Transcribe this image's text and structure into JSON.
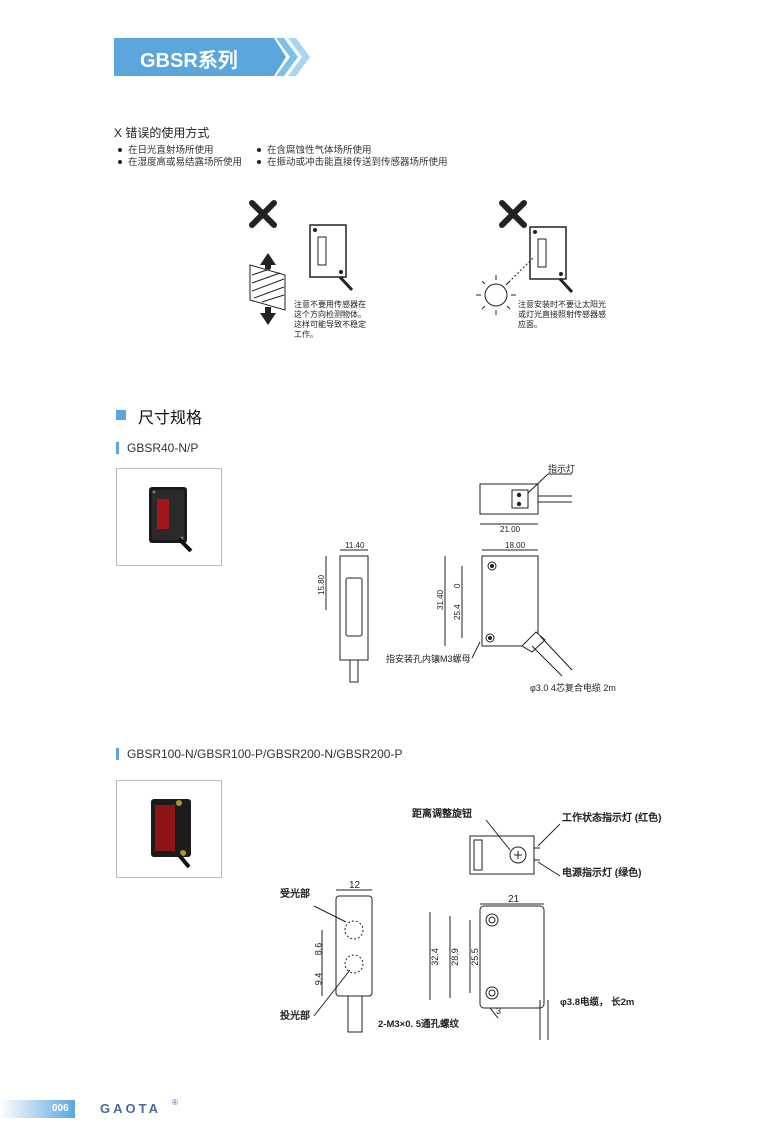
{
  "header": {
    "series_title": "GBSR系列"
  },
  "misuse": {
    "title": "X 错误的使用方式",
    "bullets_left": [
      "在日光直射场所使用",
      "在湿度高或易结露场所使用"
    ],
    "bullets_right": [
      "在含腐蚀性气体场所使用",
      "在振动或冲击能直接传送到传感器场所使用"
    ],
    "note_left": [
      "注意不要用传感器在",
      "这个方向检测物体。",
      "这样可能导致不稳定",
      "工作。"
    ],
    "note_right": [
      "注意安装时不要让太阳光",
      "或灯光直接照射传感器感",
      "应面。"
    ]
  },
  "section": {
    "title": "尺寸规格"
  },
  "model1": {
    "title": "GBSR40-N/P",
    "indicator_label": "指示灯",
    "dim_21": "21.00",
    "dim_1140": "11.40",
    "dim_1800": "18.00",
    "dim_1580": "15.80",
    "dim_3140": "31.40",
    "dim_0": "0",
    "dim_254": "25.4",
    "nut_label": "指安装孔内镶M3螺母",
    "cable_label": "φ3.0 4芯复合电缆 2m"
  },
  "model2": {
    "title": "GBSR100-N/GBSR100-P/GBSR200-N/GBSR200-P",
    "knob_label": "距离调整旋钮",
    "status_led": "工作状态指示灯 (红色)",
    "power_led": "电源指示灯 (绿色)",
    "receiver": "受光部",
    "emitter": "投光部",
    "dim_12": "12",
    "dim_21": "21",
    "dim_86": "8.6",
    "dim_94": "9.4",
    "dim_324": "32.4",
    "dim_289": "28.9",
    "dim_255": "25.5",
    "dim_3": "3",
    "hole_label": "2-M3×0. 5通孔螺纹",
    "cable_label": "φ3.8电缆， 长2m"
  },
  "footer": {
    "page": "006",
    "logo": "GAOTA",
    "registered": "®"
  },
  "colors": {
    "accent": "#5ba7dd",
    "banner": "#5ba7dd",
    "dark": "#222222"
  }
}
